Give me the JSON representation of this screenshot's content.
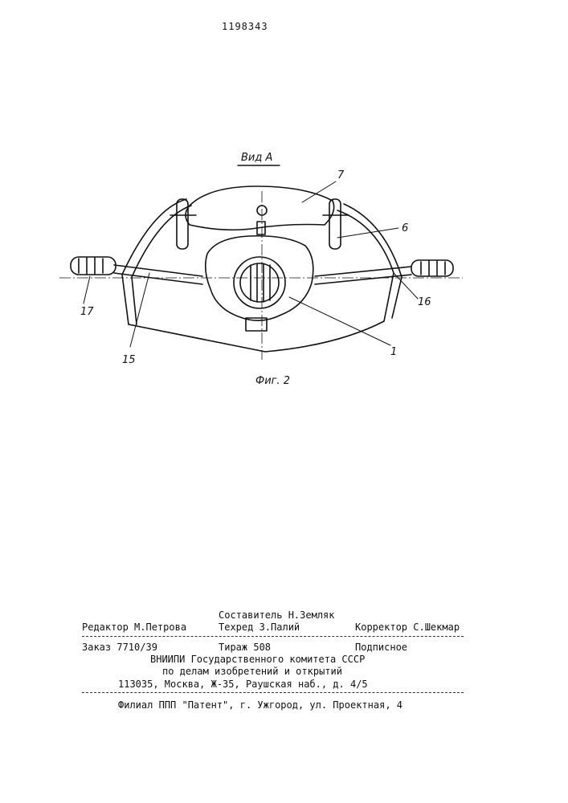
{
  "patent_number": "1198343",
  "figure": {
    "view_label": "Вид А",
    "caption": "Фиг. 2",
    "callouts": [
      "7",
      "6",
      "17",
      "16",
      "15",
      "1"
    ]
  },
  "imprint": {
    "composer": "Составитель Н.Земляк",
    "editor": "Редактор М.Петрова",
    "techred": "Техред З.Палий",
    "corrector": "Корректор С.Шекмар",
    "order": "Заказ 7710/39",
    "circulation": "Тираж 508",
    "subscription": "Подписное",
    "org_line1": "ВНИИПИ Государственного комитета СССР",
    "org_line2": "по делам изобретений и открытий",
    "address": "113035, Москва, Ж-35, Раушская наб., д. 4/5",
    "branch": "Филиал ППП \"Патент\", г. Ужгород, ул. Проектная, 4"
  }
}
